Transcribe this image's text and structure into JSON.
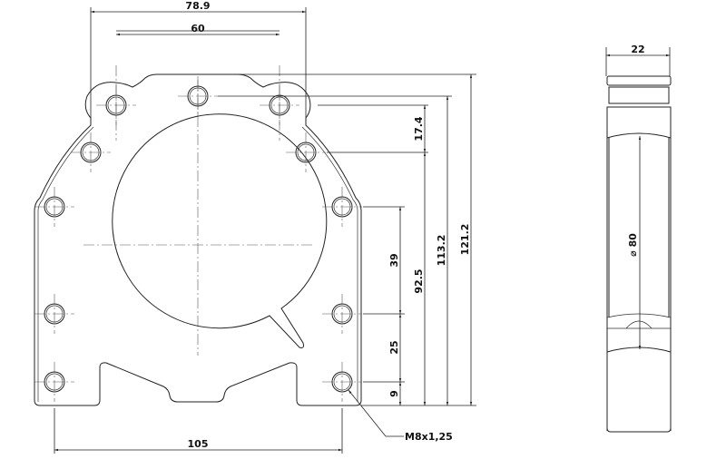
{
  "front_view": {
    "dimensions": {
      "overall_width_top": "78.9",
      "hole_spacing_top": "60",
      "base_hole_spacing": "105",
      "height_17_4": "17.4",
      "height_92_5": "92.5",
      "height_113_2": "113.2",
      "height_121_2": "121.2",
      "height_39": "39",
      "height_25": "25",
      "height_9": "9"
    },
    "thread_callout": "M8x1,25"
  },
  "side_view": {
    "dimensions": {
      "thickness": "22",
      "diameter": "⌀ 80"
    }
  }
}
